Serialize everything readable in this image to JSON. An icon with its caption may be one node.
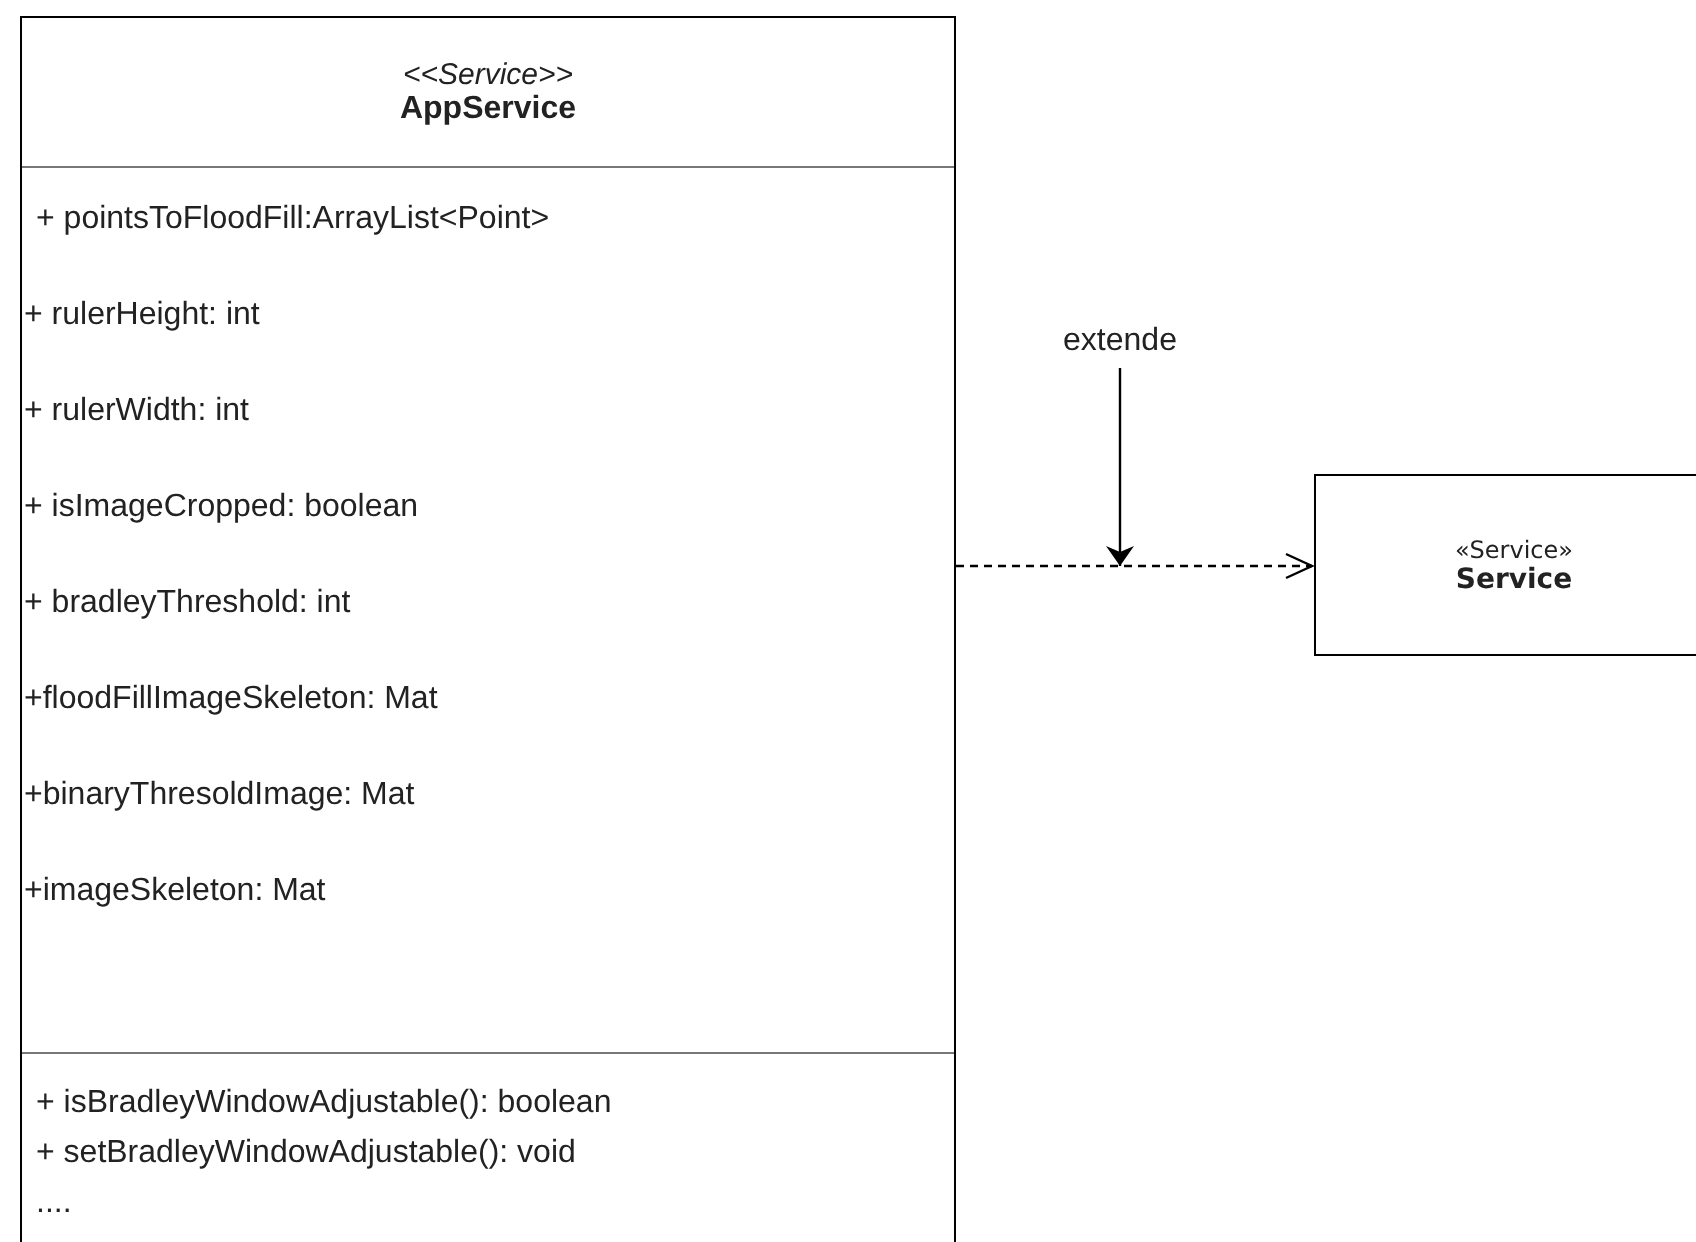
{
  "diagram": {
    "nodes": [
      {
        "text": [
          "<<Service>>",
          "AppService",
          "+ pointsToFloodFill:ArrayList<Point>",
          "+ rulerHeight: int",
          "+ rulerWidth: int",
          "+ isImageCropped: boolean",
          "+ bradleyThreshold: int",
          "+floodFillImageSkeleton: Mat",
          "+binaryThresoldImage: Mat",
          "+imageSkeleton: Mat",
          "+ isBradleyWindowAdjustable(): boolean",
          "+ setBradleyWindowAdjustable(): void",
          "...."
        ]
      },
      {
        "text": [
          "extende"
        ]
      },
      {
        "text": [
          "«Service»",
          "Service"
        ]
      }
    ],
    "edges": [
      {
        "from": 0,
        "to": 2,
        "arrow": "to",
        "style": "dashed"
      },
      {
        "from": 1,
        "to": null,
        "arrow": "to"
      }
    ]
  }
}
